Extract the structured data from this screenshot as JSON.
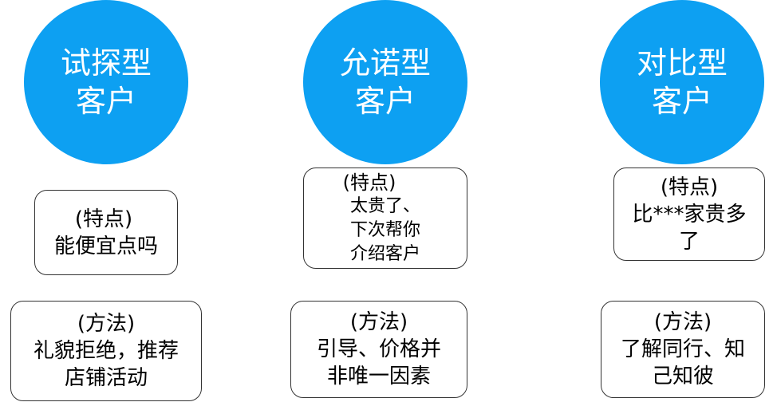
{
  "columns": [
    {
      "circle": {
        "line1": "试探型",
        "line2": "客户"
      },
      "feature": {
        "head": "(特点)",
        "lines": [
          "能便宜点吗"
        ]
      },
      "method": {
        "head": "(方法)",
        "lines": [
          "礼貌拒绝，推荐",
          "店铺活动"
        ]
      }
    },
    {
      "circle": {
        "line1": "允诺型",
        "line2": "客户"
      },
      "feature": {
        "head": "(特点)",
        "lines": [
          "太贵了、",
          "下次帮你",
          "介绍客户"
        ]
      },
      "method": {
        "head": "(方法)",
        "lines": [
          "引导、价格并",
          "非唯一因素"
        ]
      }
    },
    {
      "circle": {
        "line1": "对比型",
        "line2": "客户"
      },
      "feature": {
        "head": "(特点)",
        "lines": [
          "比***家贵多",
          "了"
        ]
      },
      "method": {
        "head": "(方法)",
        "lines": [
          "了解同行、知",
          "己知彼"
        ]
      }
    }
  ],
  "colors": {
    "circle_fill": "#0da0f2",
    "circle_text": "#ffffff",
    "box_border": "#333333"
  }
}
